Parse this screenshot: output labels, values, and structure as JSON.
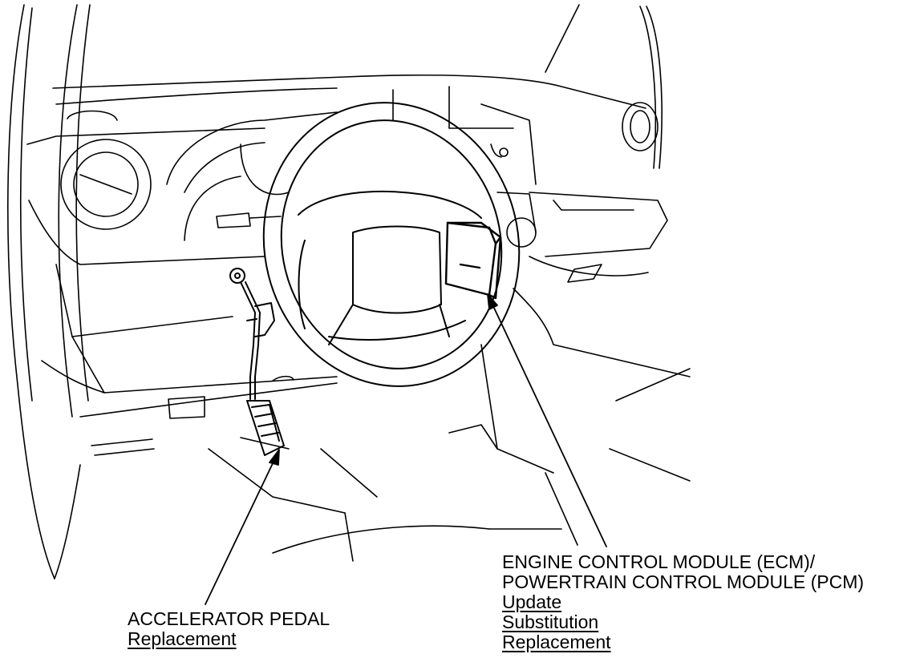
{
  "callouts": {
    "accelerator_pedal": {
      "title": "ACCELERATOR PEDAL",
      "links": [
        "Replacement"
      ]
    },
    "ecm_pcm": {
      "title_line1": "ENGINE CONTROL MODULE (ECM)/",
      "title_line2": "POWERTRAIN CONTROL MODULE (PCM)",
      "links": [
        "Update",
        "Substitution",
        "Replacement"
      ]
    }
  },
  "icons": {
    "dashboard": "vehicle-dashboard-line-drawing",
    "pedal": "accelerator-pedal-icon",
    "module": "ecm-pcm-module-icon"
  },
  "colors": {
    "line": "#000000",
    "background": "#ffffff"
  }
}
